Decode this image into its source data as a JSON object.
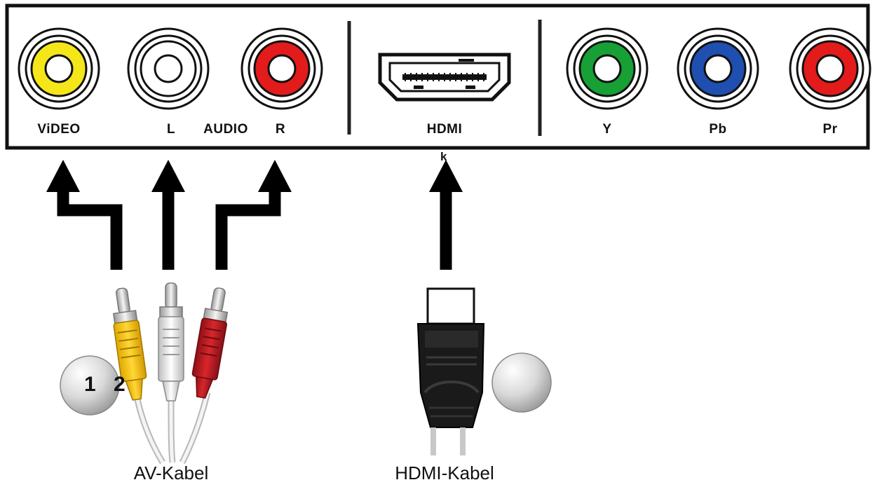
{
  "panel": {
    "port_labels": {
      "video": "ViDEO",
      "audio_l": "L",
      "audio": "AUDIO",
      "audio_r": "R",
      "hdmi": "HDMI",
      "y": "Y",
      "pb": "Pb",
      "pr": "Pr"
    },
    "colors": {
      "video": "#f5e61a",
      "audio_l": "#ffffff",
      "audio_r": "#e31b1b",
      "y": "#16a035",
      "pb": "#1f4fb0",
      "pr": "#e31b1b"
    }
  },
  "cables": {
    "av_label": "AV-Kabel",
    "hdmi_label": "HDMI-Kabel",
    "colors": {
      "yellow": "#f2c512",
      "white": "#ececec",
      "red": "#c81e24",
      "hdmi_body": "#1a1a1a"
    }
  },
  "markers": {
    "av_number_1": "1",
    "av_number_2": "2",
    "hdmi_mark": "k"
  }
}
